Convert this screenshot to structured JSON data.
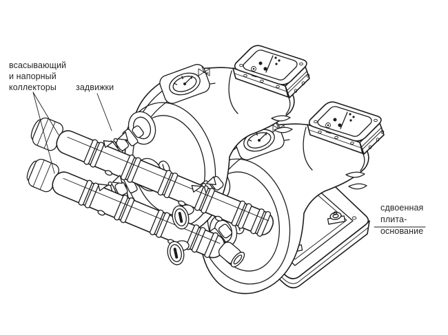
{
  "figure": {
    "type": "technical line drawing",
    "subject": "twin pump booster set on a common base plate"
  },
  "colors": {
    "background": "#ffffff",
    "line": "#1c1c1c",
    "label_text": "#262626"
  },
  "labels": {
    "manifolds": "всасывающий\nи напорный\nколлекторы",
    "valves": "задвижки",
    "baseplate": "сдвоенная\nплита-основание"
  }
}
